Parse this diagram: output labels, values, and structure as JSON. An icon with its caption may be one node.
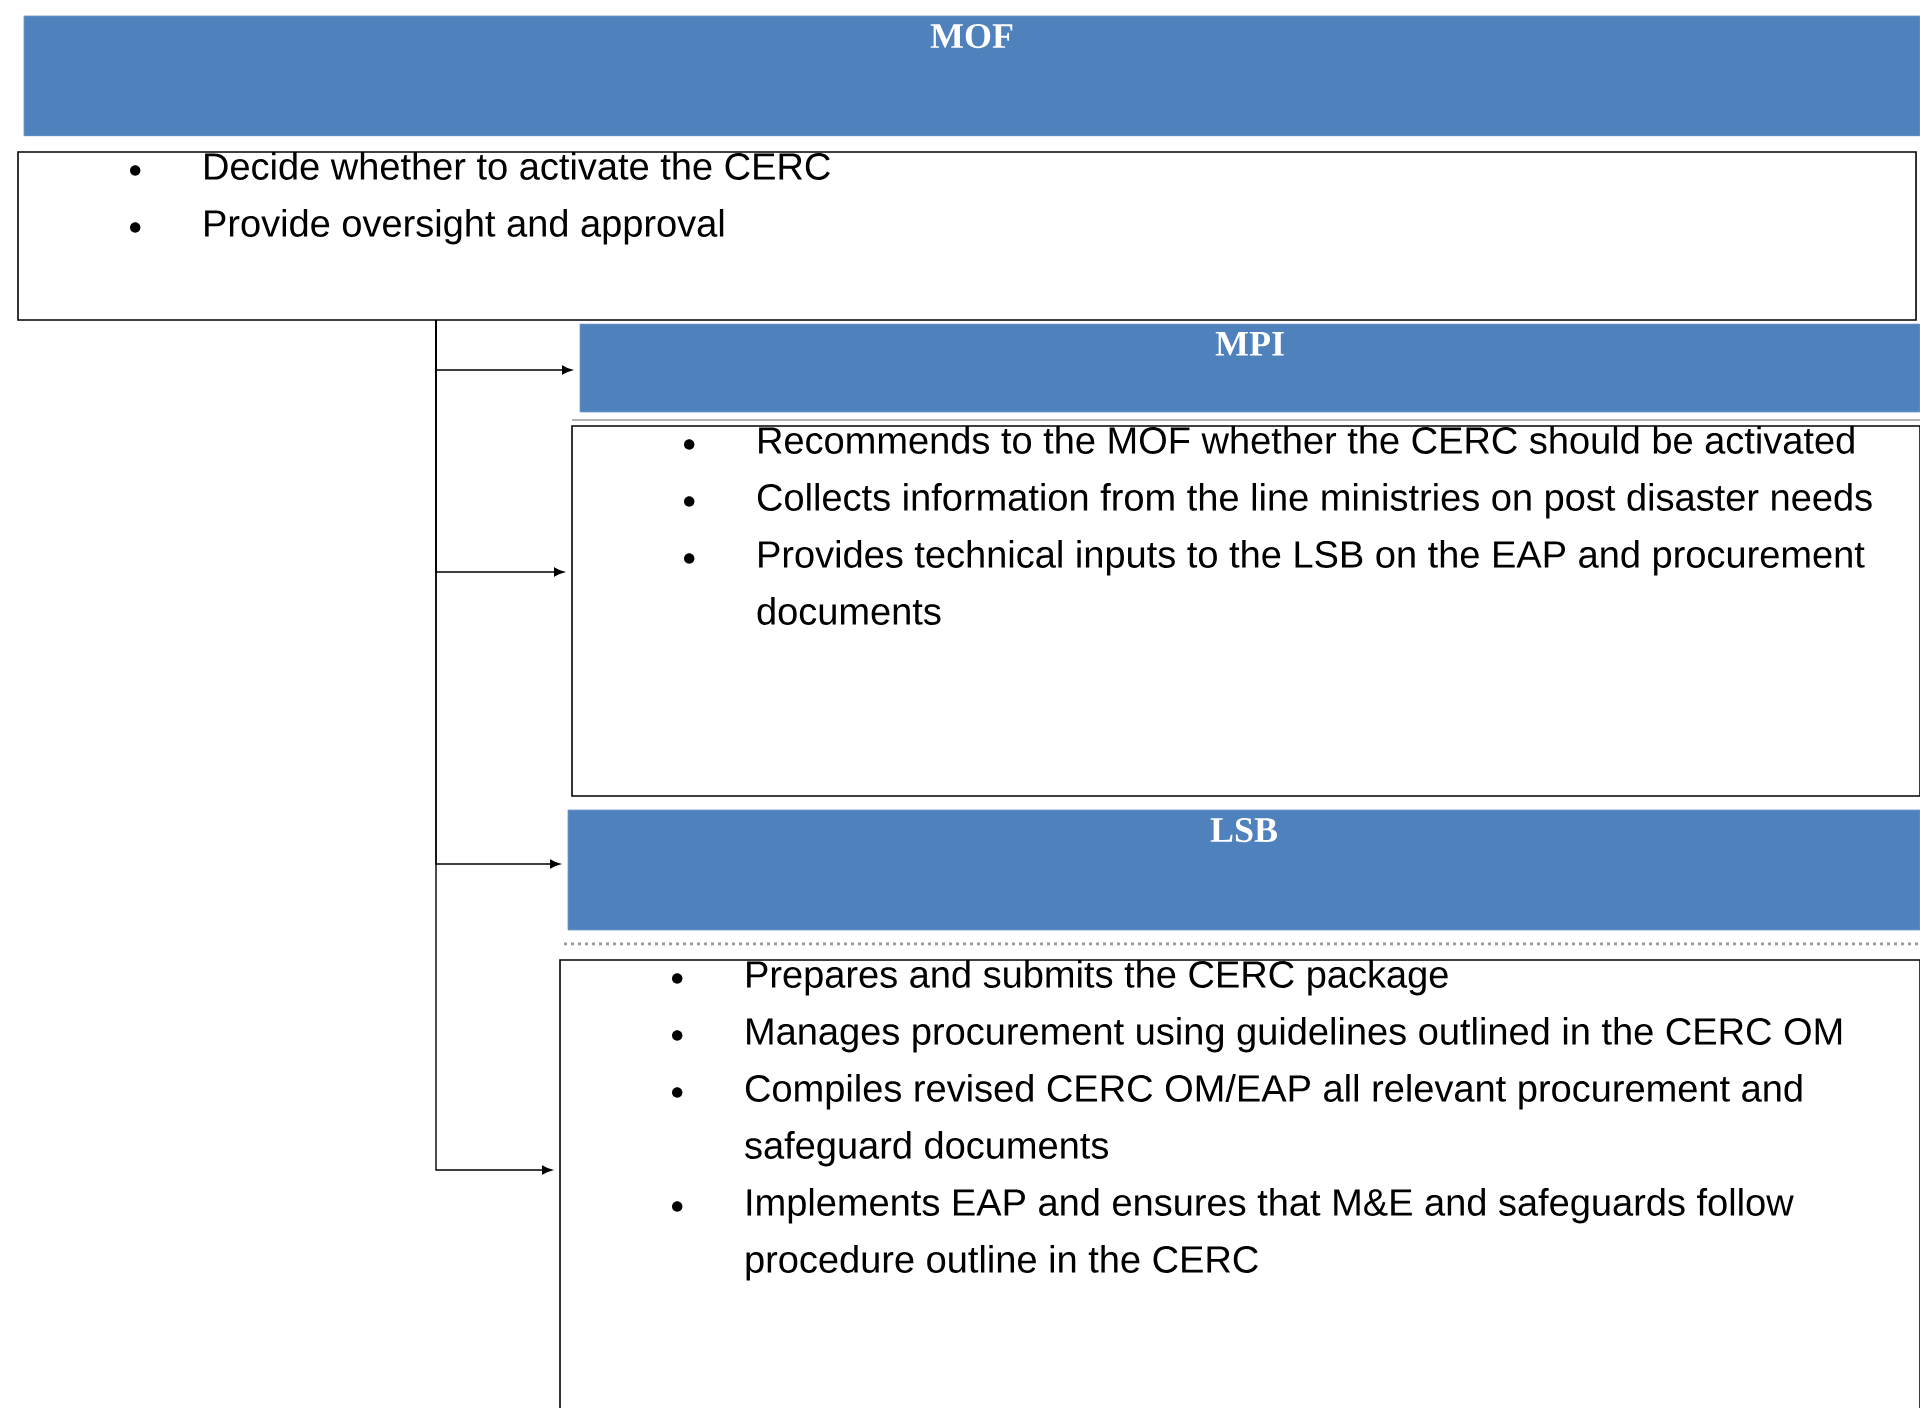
{
  "diagram": {
    "nodes": [
      {
        "text": [
          "MOF"
        ]
      },
      {
        "text": [
          "Decide whether to activate the CERC",
          "Provide oversight and approval"
        ]
      },
      {
        "text": [
          "MPI"
        ]
      },
      {
        "text": [
          "Recommends to the  MOF whether the CERC should be activated",
          "Collects information from the line ministries on post disaster needs",
          "Provides technical inputs to the LSB on the EAP and procurement documents"
        ]
      },
      {
        "text": [
          "LSB"
        ]
      },
      {
        "text": [
          "Prepares and submits the CERC package",
          "Manages procurement using guidelines outlined in the CERC OM",
          "Compiles revised CERC OM/EAP all relevant procurement and safeguard documents",
          "Implements EAP and ensures that M&E and safeguards follow procedure outline in the CERC"
        ]
      }
    ],
    "edges": [
      {
        "from": 1,
        "to": 2,
        "arrow": "to"
      },
      {
        "from": 1,
        "to": 3,
        "arrow": "to"
      },
      {
        "from": 1,
        "to": 4,
        "arrow": "to"
      },
      {
        "from": 1,
        "to": 5,
        "arrow": "to"
      }
    ]
  }
}
